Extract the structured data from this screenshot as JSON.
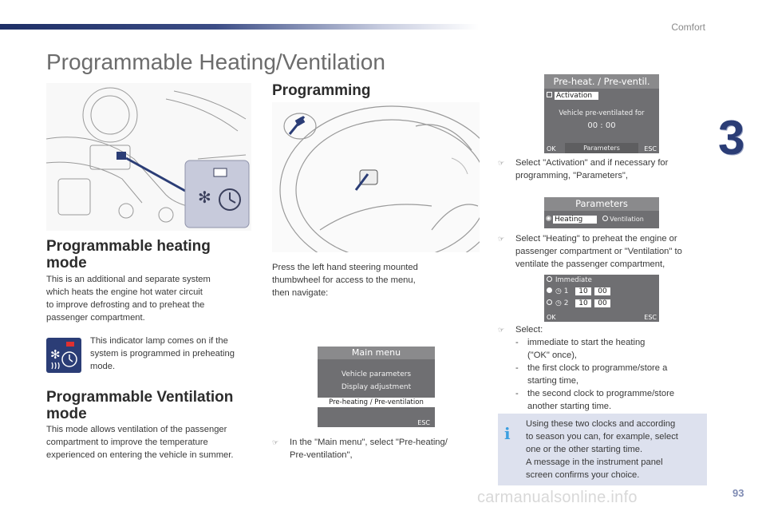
{
  "header": {
    "section": "Comfort",
    "chapter": "3"
  },
  "title": "Programmable Heating/Ventilation",
  "heating": {
    "heading_line1": "Programmable heating",
    "heading_line2": "mode",
    "body": [
      "This is an additional and separate system",
      "which heats the engine hot water circuit",
      "to improve defrosting and to preheat the",
      "passenger compartment."
    ],
    "lamp_text": [
      "This indicator lamp comes on if the",
      "system is programmed in preheating",
      "mode."
    ]
  },
  "ventilation": {
    "heading_line1": "Programmable Ventilation",
    "heading_line2": "mode",
    "body": [
      "This mode allows ventilation of the passenger",
      "compartment to improve the temperature",
      "experienced on entering the vehicle in summer."
    ]
  },
  "programming": {
    "heading": "Programming",
    "intro": [
      "Press the left hand steering mounted",
      "thumbwheel for access to the menu,",
      "then navigate:"
    ],
    "step_main_menu": [
      "In the \"Main menu\", select \"Pre-heating/",
      "Pre-ventilation\","
    ]
  },
  "main_menu_screen": {
    "title": "Main menu",
    "items": [
      "Vehicle parameters",
      "Display adjustment"
    ],
    "selected": "Pre-heating / Pre-ventilation",
    "esc": "ESC"
  },
  "preheat_screen": {
    "title": "Pre-heat. / Pre-ventil.",
    "activation": "Activation",
    "status": "Vehicle pre-ventilated for",
    "time": "00 : 00",
    "ok": "OK",
    "parameters": "Parameters",
    "esc": "ESC"
  },
  "step_activation": [
    "Select \"Activation\" and if necessary for",
    "programming, \"Parameters\","
  ],
  "parameters_screen": {
    "title": "Parameters",
    "heating": "Heating",
    "ventilation": "Ventilation"
  },
  "step_heating": [
    "Select \"Heating\" to preheat the engine or",
    "passenger compartment or \"Ventilation\" to",
    "ventilate the passenger compartment,"
  ],
  "immediate_screen": {
    "immediate": "Immediate",
    "clock1": "1",
    "clock2": "2",
    "h1": "10",
    "m1": "00",
    "h2": "10",
    "m2": "00",
    "ok": "OK",
    "esc": "ESC"
  },
  "step_select": {
    "label": "Select:",
    "items": [
      [
        "-",
        "immediate to start the heating",
        "(\"OK\" once),"
      ],
      [
        "-",
        "the first clock to programme/store a",
        "starting time,"
      ],
      [
        "-",
        "the second clock to programme/store",
        "another starting time."
      ]
    ]
  },
  "info": [
    "Using these two clocks and according",
    "to season you can, for example, select",
    "one or the other starting time.",
    "A message in the instrument panel",
    "screen confirms your choice."
  ],
  "page_number": "93",
  "watermark": "carmanualsonline.info"
}
